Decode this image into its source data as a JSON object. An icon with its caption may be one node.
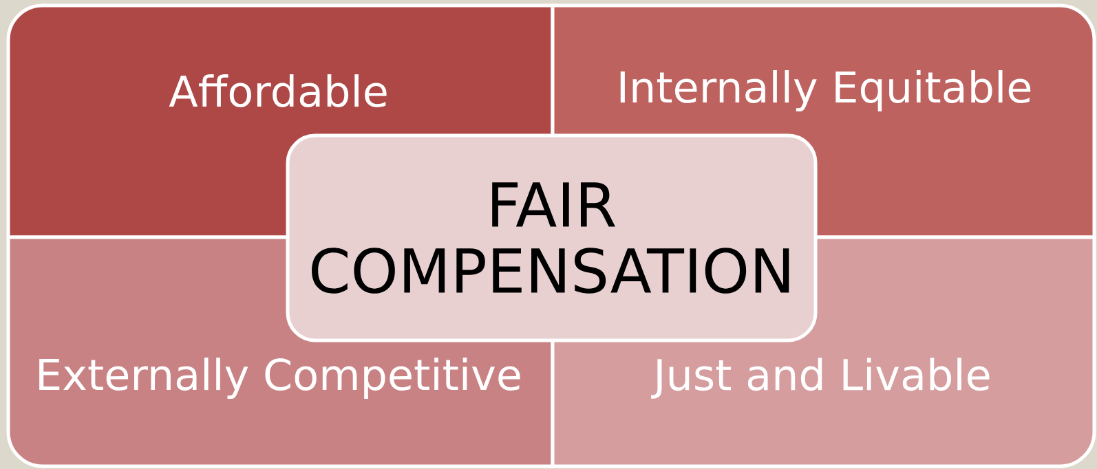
{
  "diagram": {
    "nodes": [
      {
        "text": [
          "Affordable"
        ]
      },
      {
        "text": [
          "Internally Equitable"
        ]
      },
      {
        "text": [
          "Externally Competitive"
        ]
      },
      {
        "text": [
          "Just and Livable"
        ]
      },
      {
        "text": [
          "FAIR COMPENSATION"
        ]
      }
    ]
  }
}
